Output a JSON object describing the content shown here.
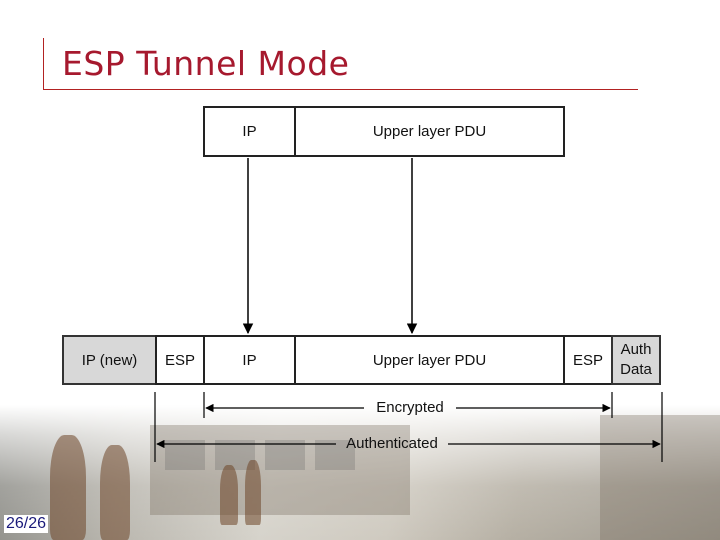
{
  "slide": {
    "title": "ESP Tunnel Mode",
    "page_number": "26/26"
  },
  "original_packet": {
    "ip_label": "IP",
    "pdu_label": "Upper layer PDU"
  },
  "tunnel_packet": {
    "new_ip_label": "IP (new)",
    "esp_header_label": "ESP",
    "ip_label": "IP",
    "pdu_label": "Upper layer PDU",
    "esp_trailer_label": "ESP",
    "auth_data_label_line1": "Auth",
    "auth_data_label_line2": "Data"
  },
  "spans": {
    "encrypted_label": "Encrypted",
    "authenticated_label": "Authenticated"
  },
  "colors": {
    "title": "#a6192e",
    "title_rule": "#b22222",
    "grey_fill": "#d8d8d8",
    "line": "#000000",
    "page_number": "#1a1a7a"
  }
}
